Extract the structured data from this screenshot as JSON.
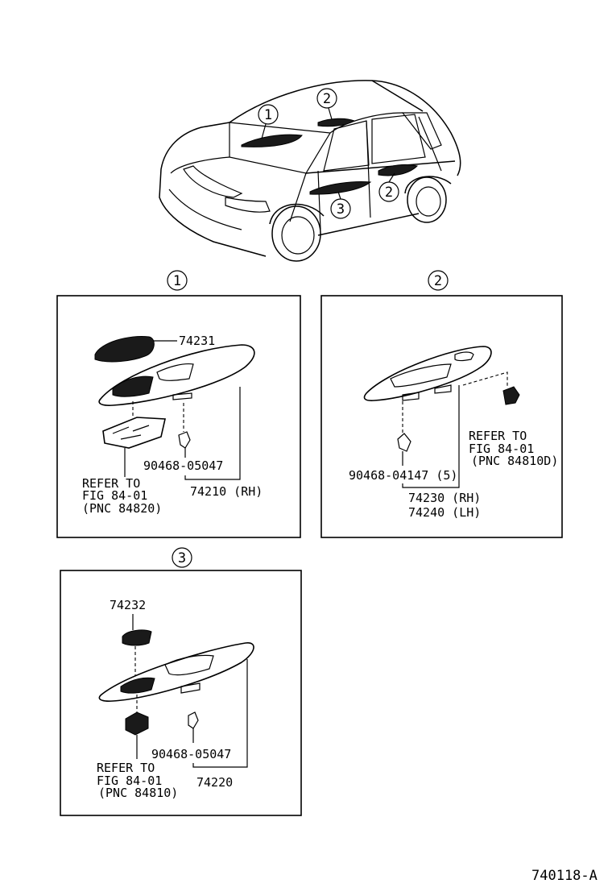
{
  "callouts": {
    "one": "1",
    "two": "2",
    "three": "3"
  },
  "section1": {
    "part_switch": "74231",
    "part_clip": "90468-05047",
    "part_panel": "74210 (RH)",
    "refer_line1": "REFER TO",
    "refer_line2": "FIG 84-01",
    "refer_line3": "(PNC 84820)"
  },
  "section2": {
    "part_clip": "90468-04147 (5)",
    "part_panel_rh": "74230 (RH)",
    "part_panel_lh": "74240 (LH)",
    "refer_line1": "REFER TO",
    "refer_line2": "FIG 84-01",
    "refer_line3": "(PNC 84810D)"
  },
  "section3": {
    "part_switch": "74232",
    "part_clip": "90468-05047",
    "part_panel": "74220",
    "refer_line1": "REFER TO",
    "refer_line2": "FIG 84-01",
    "refer_line3": "(PNC 84810)"
  },
  "figure_code": "740118-A"
}
